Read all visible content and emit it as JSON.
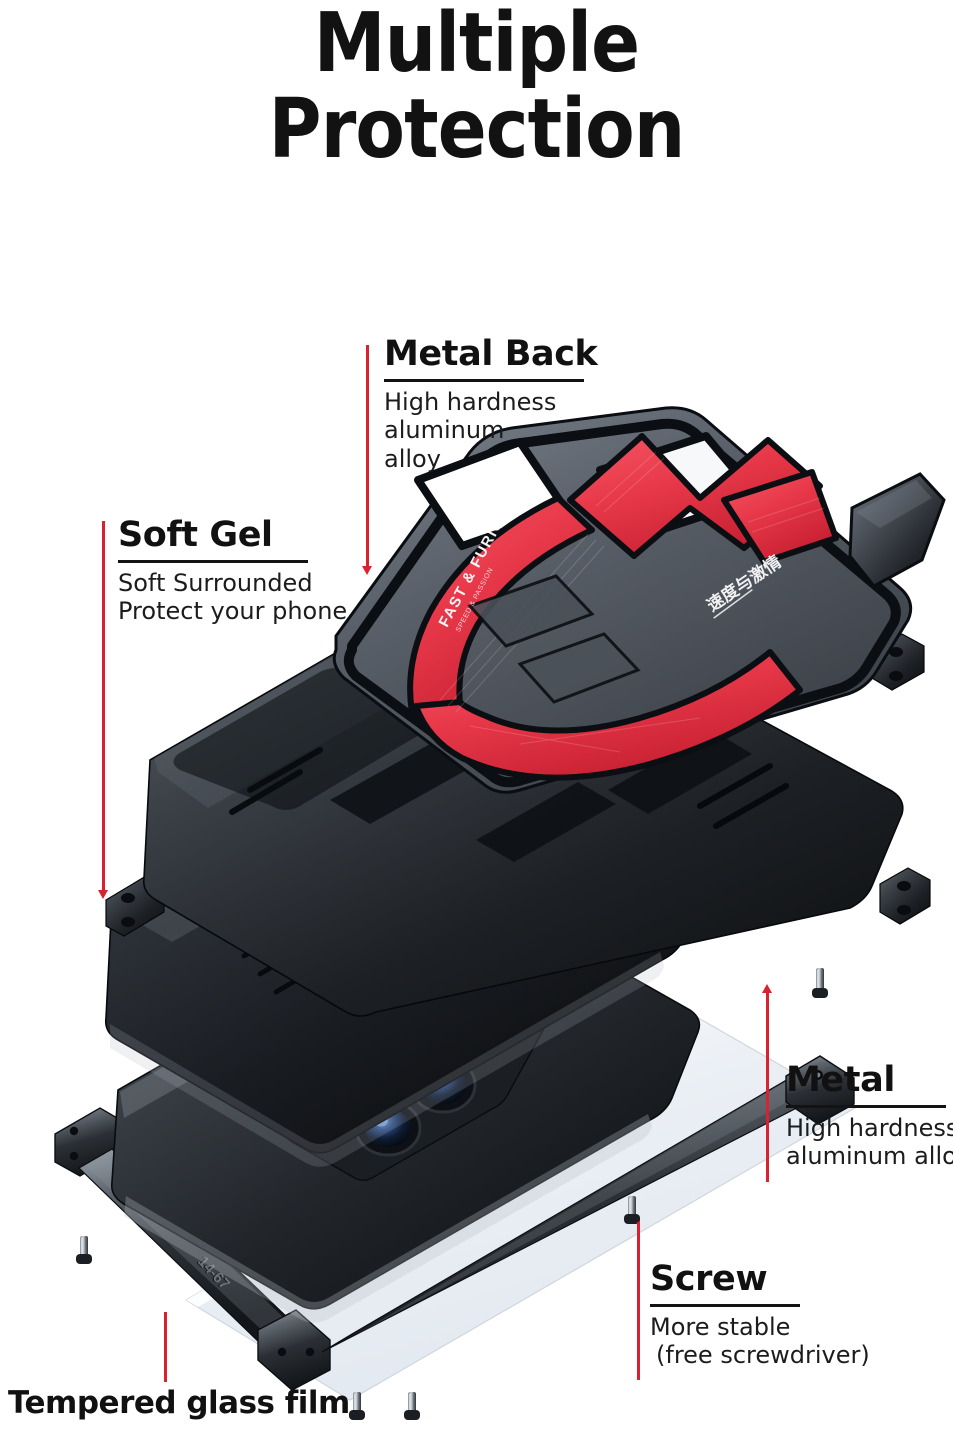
{
  "page": {
    "background": "#ffffff",
    "accent_red": "#D8222F",
    "plate_red": "#E8394A"
  },
  "title": {
    "line1": "Multiple",
    "line2": "Protection"
  },
  "callouts": [
    {
      "id": "metal-back",
      "title": "Metal Back",
      "body": [
        "High hardness",
        "aluminum",
        "alloy"
      ]
    },
    {
      "id": "soft-gel",
      "title": "Soft Gel",
      "body": [
        "Soft Surrounded",
        "Protect your phone"
      ]
    },
    {
      "id": "metal",
      "title": "Metal",
      "body": [
        "High hardness",
        "aluminum alloy"
      ]
    },
    {
      "id": "screw",
      "title": "Screw",
      "body": [
        "More stable",
        "(free screwdriver)"
      ]
    }
  ],
  "bottom_label": {
    "text": "Tempered glass film"
  },
  "product": {
    "brand_text": "FAST & FURIOUS",
    "frame_code": "14-67",
    "layers": [
      "metal-back-plate",
      "soft-gel-shell",
      "phone-body",
      "metal-frame",
      "tempered-glass-film"
    ],
    "camera": {
      "lens_count": 3,
      "flash": true
    }
  }
}
